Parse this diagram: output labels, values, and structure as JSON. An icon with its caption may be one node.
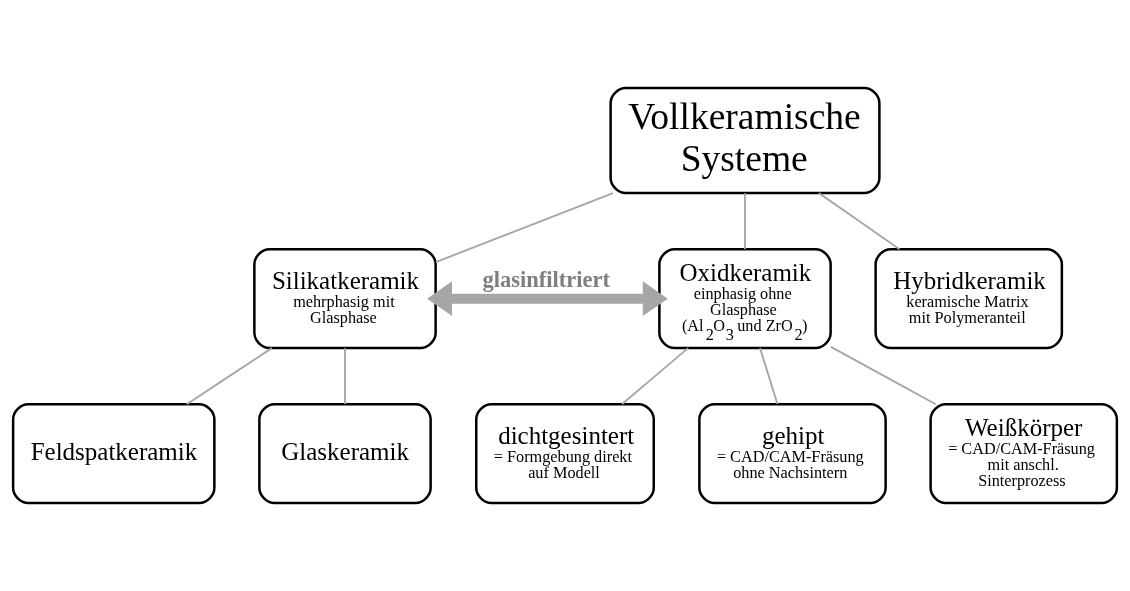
{
  "diagram": {
    "nodes": [
      {
        "text": [
          "Vollkeramische Systeme"
        ]
      },
      {
        "text": [
          "Silikatkeramik",
          "mehrphasig mit Glasphase"
        ]
      },
      {
        "text": [
          "Oxidkeramik",
          "einphasig ohne Glasphase",
          "(Al$_{2}$O$_{3}$ und ZrO$_{2}$)"
        ]
      },
      {
        "text": [
          "Hybridkeramik",
          "keramische Matrix mit Polymeranteil"
        ]
      },
      {
        "text": [
          "Feldspatkeramik"
        ]
      },
      {
        "text": [
          "Glaskeramik"
        ]
      },
      {
        "text": [
          "dichtgesintert",
          "= Formgebung direkt auf Modell"
        ]
      },
      {
        "text": [
          "gehipt",
          "= CAD/CAM-Fräsung ohne Nachsintern"
        ]
      },
      {
        "text": [
          "Weißkörper",
          "= CAD/CAM-Fräsung mit anschl. Sinterprozess"
        ]
      }
    ],
    "edges": [
      {
        "from": 0,
        "to": 1,
        "arrow": "none"
      },
      {
        "from": 0,
        "to": 2,
        "arrow": "none"
      },
      {
        "from": 0,
        "to": 3,
        "arrow": "none"
      },
      {
        "from": 1,
        "to": 2,
        "arrow": "both",
        "label": "glasinfiltriert",
        "style": "thick",
        "color": "#a6a6a6"
      },
      {
        "from": 1,
        "to": 4,
        "arrow": "none"
      },
      {
        "from": 1,
        "to": 5,
        "arrow": "none"
      },
      {
        "from": 2,
        "to": 6,
        "arrow": "none"
      },
      {
        "from": 2,
        "to": 7,
        "arrow": "none"
      },
      {
        "from": 2,
        "to": 8,
        "arrow": "none"
      }
    ]
  }
}
